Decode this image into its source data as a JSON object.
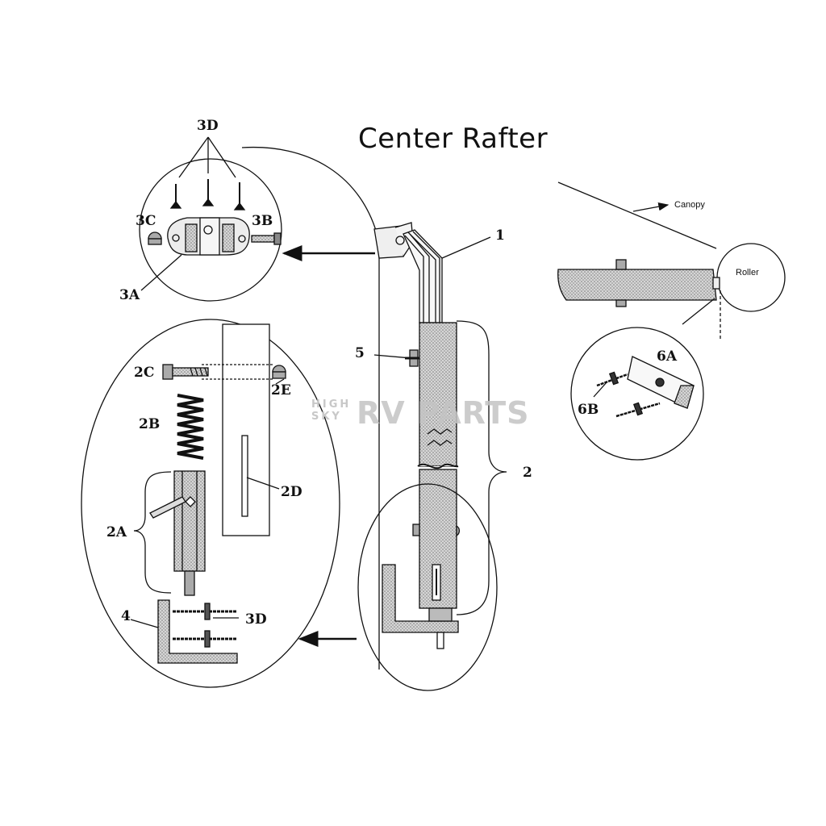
{
  "title": "Center Rafter",
  "labels": {
    "p1": "1",
    "p2": "2",
    "p2a": "2A",
    "p2b": "2B",
    "p2c": "2C",
    "p2d": "2D",
    "p2e": "2E",
    "p3a": "3A",
    "p3b": "3B",
    "p3c": "3C",
    "p3d_top": "3D",
    "p3d_bottom": "3D",
    "p4": "4",
    "p5": "5",
    "p6a": "6A",
    "p6b": "6B",
    "canopy": "Canopy",
    "roller": "Roller"
  },
  "watermark": {
    "line1": "HIGH",
    "line2": "SKY",
    "brand": "RV PARTS"
  },
  "colors": {
    "line": "#111111",
    "stipple": "#9a9a9a",
    "watermark": "#c4c4c4"
  }
}
